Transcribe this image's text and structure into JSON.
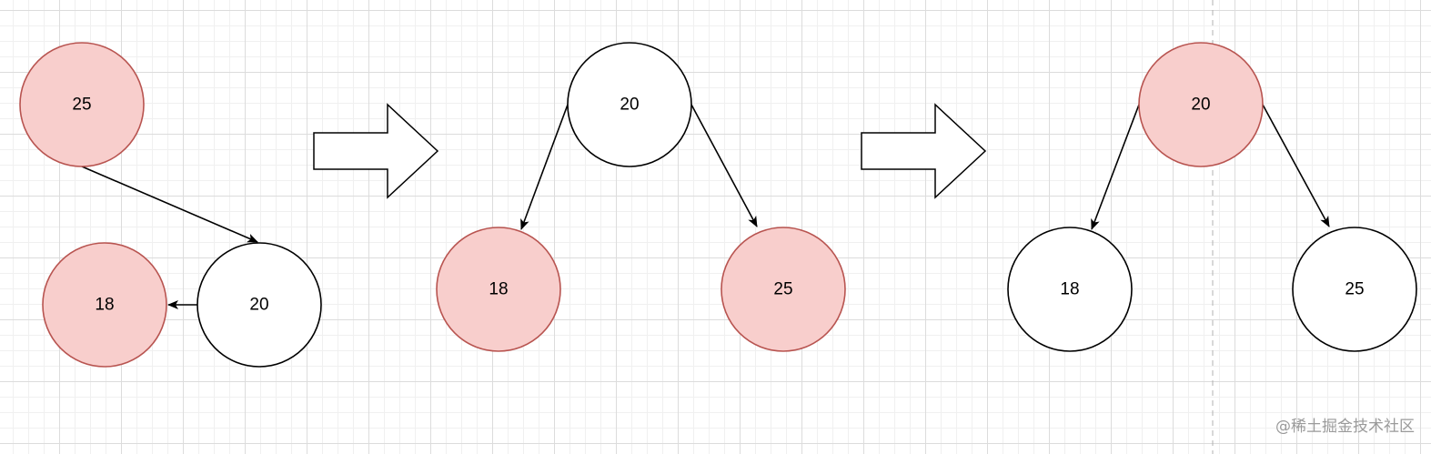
{
  "colors": {
    "red_fill": "#f8cecc",
    "red_stroke": "#b85450",
    "black_fill": "#ffffff",
    "black_stroke": "#000000"
  },
  "stage1": {
    "node_25": {
      "label": "25",
      "color": "red"
    },
    "node_18": {
      "label": "18",
      "color": "red"
    },
    "node_20": {
      "label": "20",
      "color": "black"
    }
  },
  "stage2": {
    "node_20": {
      "label": "20",
      "color": "black"
    },
    "node_18": {
      "label": "18",
      "color": "red"
    },
    "node_25": {
      "label": "25",
      "color": "red"
    }
  },
  "stage3": {
    "node_20": {
      "label": "20",
      "color": "red"
    },
    "node_18": {
      "label": "18",
      "color": "black"
    },
    "node_25": {
      "label": "25",
      "color": "black"
    }
  },
  "transition_icon": "right-block-arrow-icon",
  "watermark": "@稀土掘金技术社区"
}
